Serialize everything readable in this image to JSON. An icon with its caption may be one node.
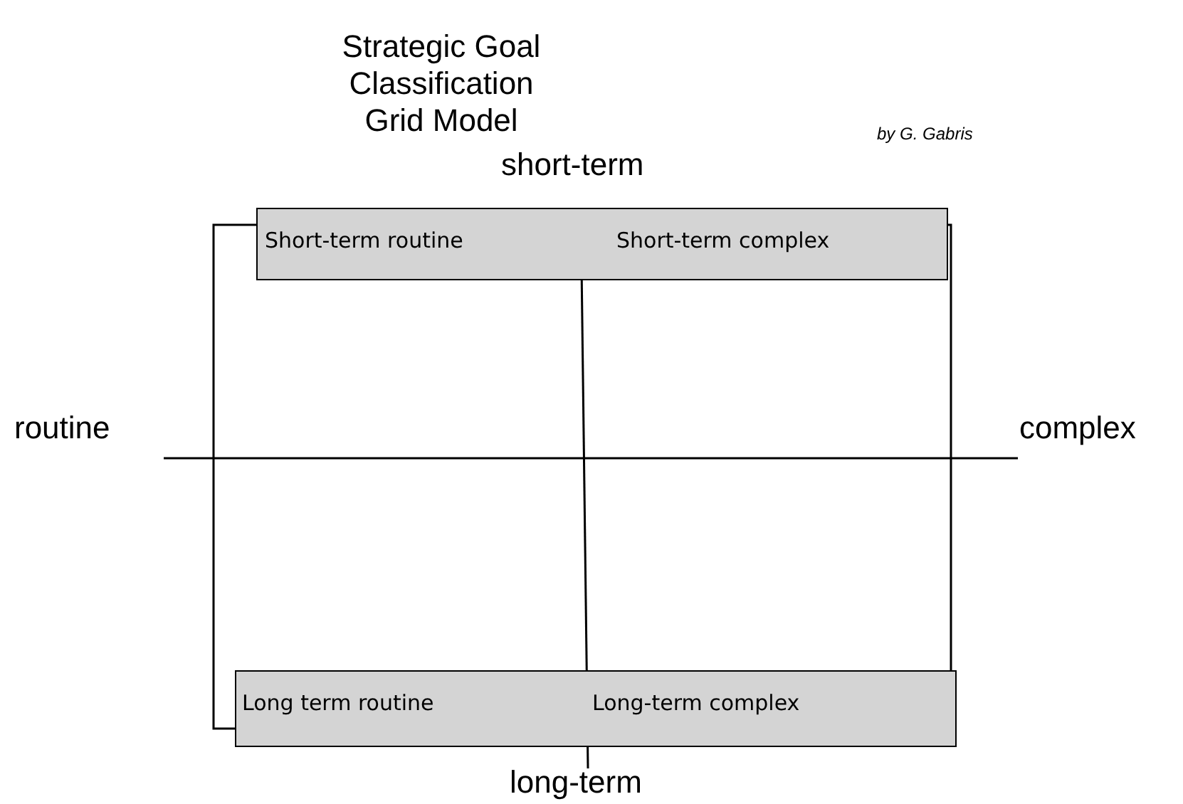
{
  "diagram": {
    "title": "Strategic Goal Classification Grid Model",
    "nodes": [
      {
        "text": [
          "Short-term routine",
          "Short-term complex"
        ]
      },
      {
        "text": [
          "Long term routine",
          "Long-term complex"
        ]
      }
    ],
    "labels": [
      "by G. Gabris",
      "short-term",
      "routine",
      "complex",
      "long-term"
    ]
  }
}
